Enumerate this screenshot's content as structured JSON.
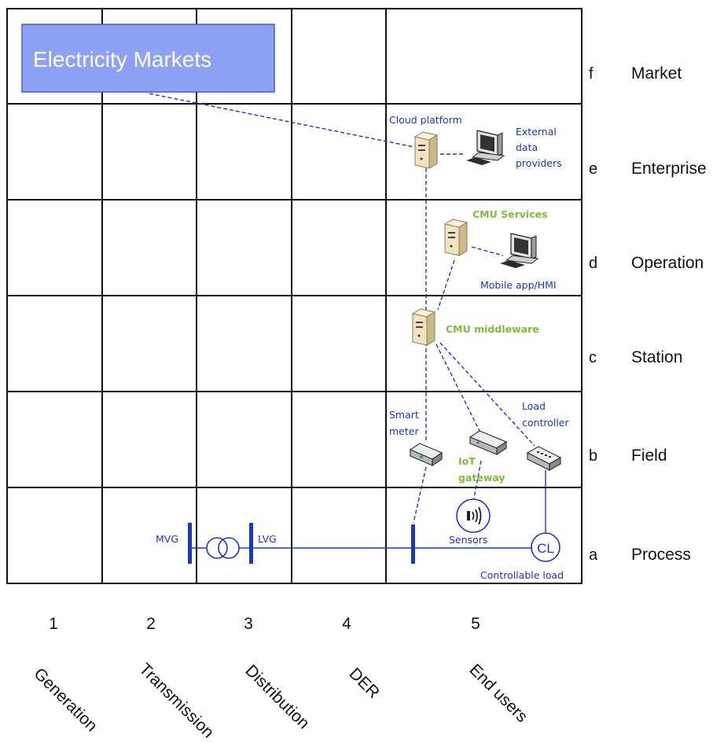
{
  "market_box": {
    "label": "Electricity Markets"
  },
  "zones": [
    {
      "letter": "f",
      "name": "Market"
    },
    {
      "letter": "e",
      "name": "Enterprise"
    },
    {
      "letter": "d",
      "name": "Operation"
    },
    {
      "letter": "c",
      "name": "Station"
    },
    {
      "letter": "b",
      "name": "Field"
    },
    {
      "letter": "a",
      "name": "Process"
    }
  ],
  "domains": [
    {
      "number": "1",
      "name": "Generation"
    },
    {
      "number": "2",
      "name": "Transmission"
    },
    {
      "number": "3",
      "name": "Distribution"
    },
    {
      "number": "4",
      "name": "DER"
    },
    {
      "number": "5",
      "name": "End users"
    }
  ],
  "components": {
    "cloud_platform": "Cloud platform",
    "external_line1": "External",
    "external_line2": "data",
    "external_line3": "providers",
    "cmu_services": "CMU Services",
    "mobile_app": "Mobile app/HMI",
    "cmu_middleware": "CMU middleware",
    "smart_line1": "Smart",
    "smart_line2": "meter",
    "load_line1": "Load",
    "load_line2": "controller",
    "iot_line1": "IoT",
    "iot_line2": "gateway",
    "sensors": "Sensors",
    "controllable_load": "Controllable load",
    "cl": "CL",
    "mvg": "MVG",
    "lvg": "LVG"
  },
  "colors": {
    "grid_line": "#111111",
    "connection_blue": "#1a35c9",
    "market_box_fill": "#8da2f5",
    "market_box_border": "#3b5be0",
    "label_green": "#7cbd3a"
  }
}
